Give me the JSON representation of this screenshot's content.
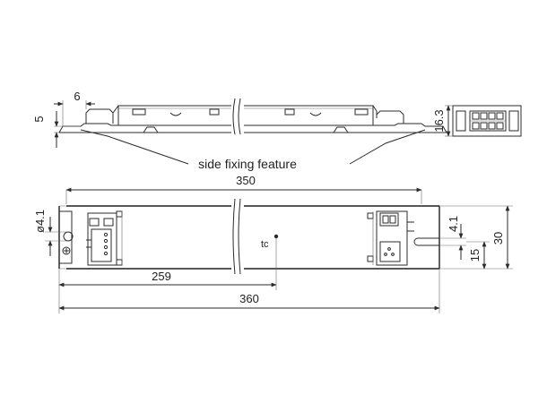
{
  "labels": {
    "side_fixing_feature": "side fixing feature",
    "tc": "tc"
  },
  "dimensions": {
    "top_small": "6",
    "side_left": "5",
    "end_height": "16.3",
    "overall_350": "350",
    "dia": "ø4.1",
    "hole_pos": "4.1",
    "width_30": "30",
    "h_15": "15",
    "tc_259": "259",
    "overall_360": "360"
  },
  "colors": {
    "line": "#2b2b2b",
    "background": "#ffffff"
  }
}
